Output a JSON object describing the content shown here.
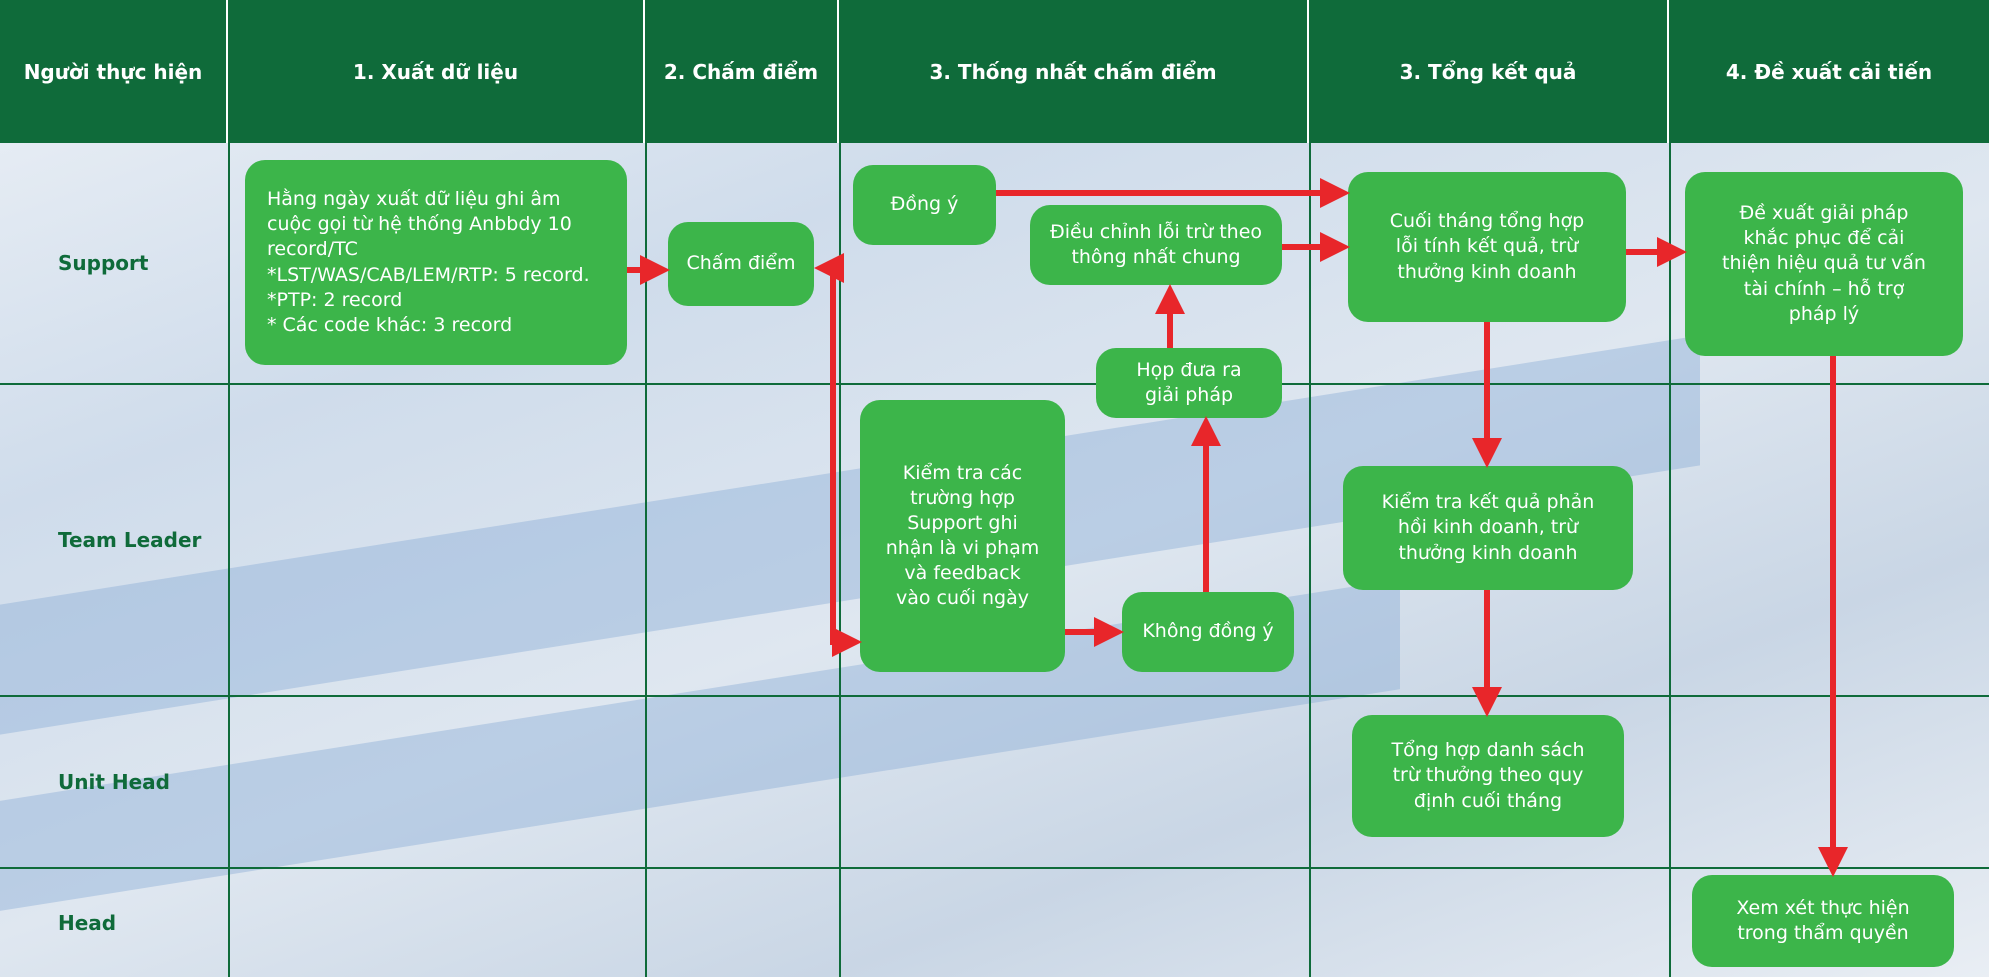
{
  "header": [
    "Người thực hiện",
    "1. Xuất dữ liệu",
    "2. Chấm điểm",
    "3. Thống nhất chấm điểm",
    "3. Tổng kết quả",
    "4. Đề xuất cải tiến"
  ],
  "rows": [
    "Support",
    "Team Leader",
    "Unit Head",
    "Head"
  ],
  "boxes": {
    "export": [
      "Hằng ngày xuất dữ liệu ghi âm",
      "cuộc gọi từ hệ thống Anbbdy 10",
      "record/TC",
      "*LST/WAS/CAB/LEM/RTP: 5 record.",
      "*PTP: 2 record",
      "* Các code khác: 3 record"
    ],
    "scoring": "Chấm điểm",
    "agree": "Đồng ý",
    "adjust": [
      "Điều chỉnh lỗi trừ theo",
      "thông nhất chung"
    ],
    "meeting": [
      "Họp đưa ra",
      "giải pháp"
    ],
    "check": [
      "Kiểm tra các",
      "trường hợp",
      "Support ghi",
      "nhận là vi phạm",
      "và feedback",
      "vào cuối ngày"
    ],
    "disagree": "Không đồng ý",
    "summary": [
      "Cuối tháng tổng hợp",
      "lỗi tính kết quả, trừ",
      "thưởng kinh doanh"
    ],
    "results": [
      "Kiểm tra kết quả phản",
      "hồi kinh doanh, trừ",
      "thưởng kinh doanh"
    ],
    "deduction": [
      "Tổng hợp danh sách",
      "trừ thưởng theo quy",
      "định cuối tháng"
    ],
    "propose": [
      "Đề xuất giải pháp",
      "khắc phục để cải",
      "thiện hiệu quả tư vấn",
      "tài chính – hỗ trợ",
      "pháp lý"
    ],
    "review": [
      "Xem xét thực hiện",
      "trong thẩm quyền"
    ]
  },
  "colors": {
    "header_bg": "#0f6b3a",
    "box_bg": "#3cb54a",
    "arrow": "#e8262a"
  }
}
